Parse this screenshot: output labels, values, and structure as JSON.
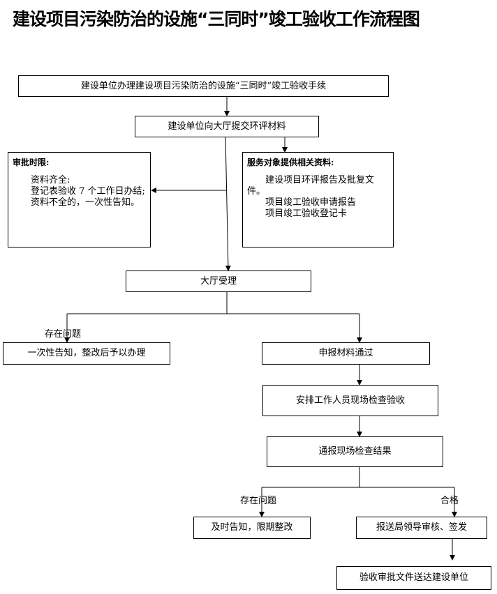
{
  "title": "建设项目污染防治的设施“三同时”竣工验收工作流程图",
  "nodes": {
    "start": "建设单位办理建设项目污染防治的设施“三同时”竣工验收手续",
    "submit": "建设单位向大厅提交环评材料",
    "time_limit": {
      "heading": "审批时限:",
      "lines": [
        "资料齐全:",
        "登记表验收 7 个工作日办结;",
        "资料不全的，一次性告知。"
      ]
    },
    "materials": {
      "heading": "服务对象提供相关资料:",
      "lines": [
        "建设项目环评报告及批复文件。",
        "项目竣工验收申请报告",
        "项目竣工验收登记卡"
      ]
    },
    "hall_accept": "大厅受理",
    "notify_once": "一次性告知，整改后予以办理",
    "pass": "申报材料通过",
    "arrange": "安排工作人员现场检查验收",
    "notify_result": "通报现场检查结果",
    "timely_notice": "及时告知，限期整改",
    "leader_review": "报送局领导审核、签发",
    "deliver": "验收审批文件送达建设单位"
  },
  "labels": {
    "problem_1": "存在问题",
    "problem_2": "存在问题",
    "qualified": "合格"
  }
}
